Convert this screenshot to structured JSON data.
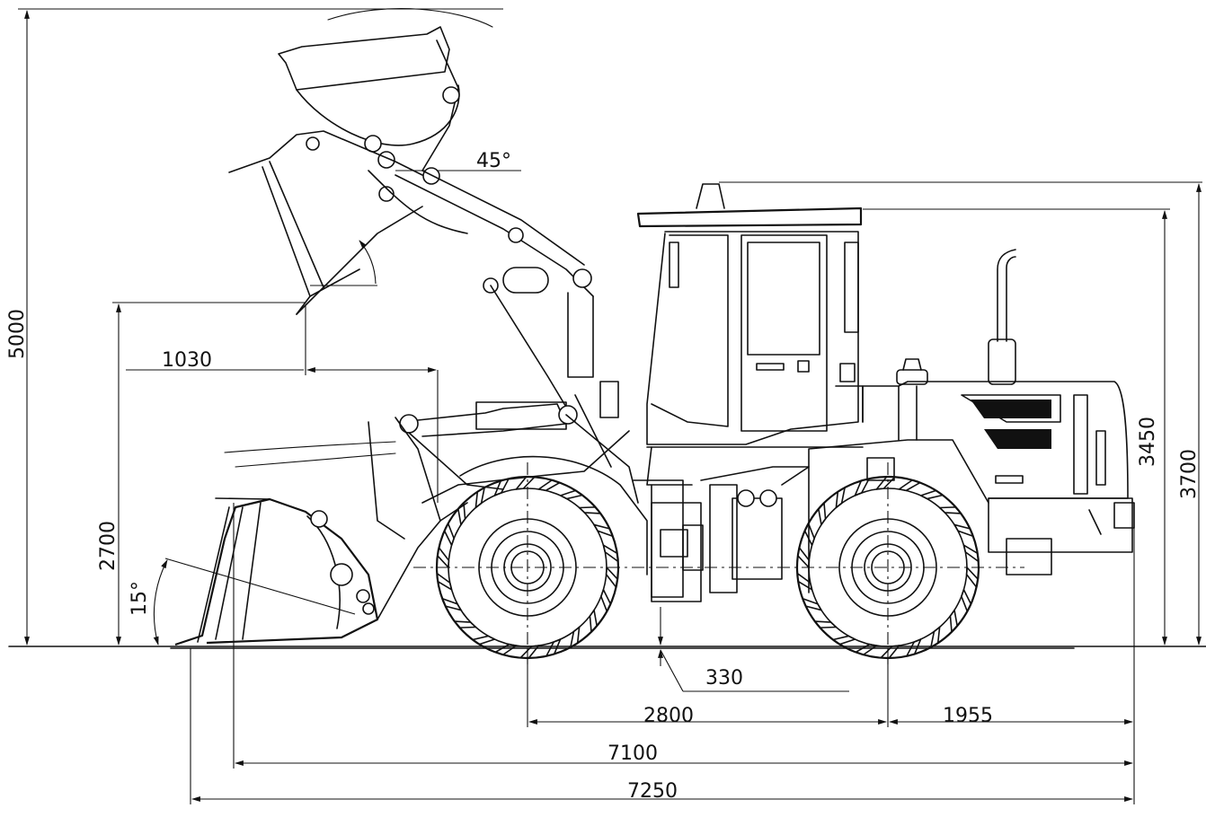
{
  "dimensions": {
    "overall_height": "5000",
    "pin_height": "2700",
    "dump_reach": "1030",
    "dump_angle": "45°",
    "rollback_angle": "15°",
    "ground_clearance": "330",
    "wheelbase": "2800",
    "rear_overhang": "1955",
    "length_without_bucket": "7100",
    "overall_length": "7250",
    "hood_height": "3450",
    "cab_height": "3700"
  },
  "colors": {
    "line": "#111111",
    "background": "#ffffff"
  }
}
